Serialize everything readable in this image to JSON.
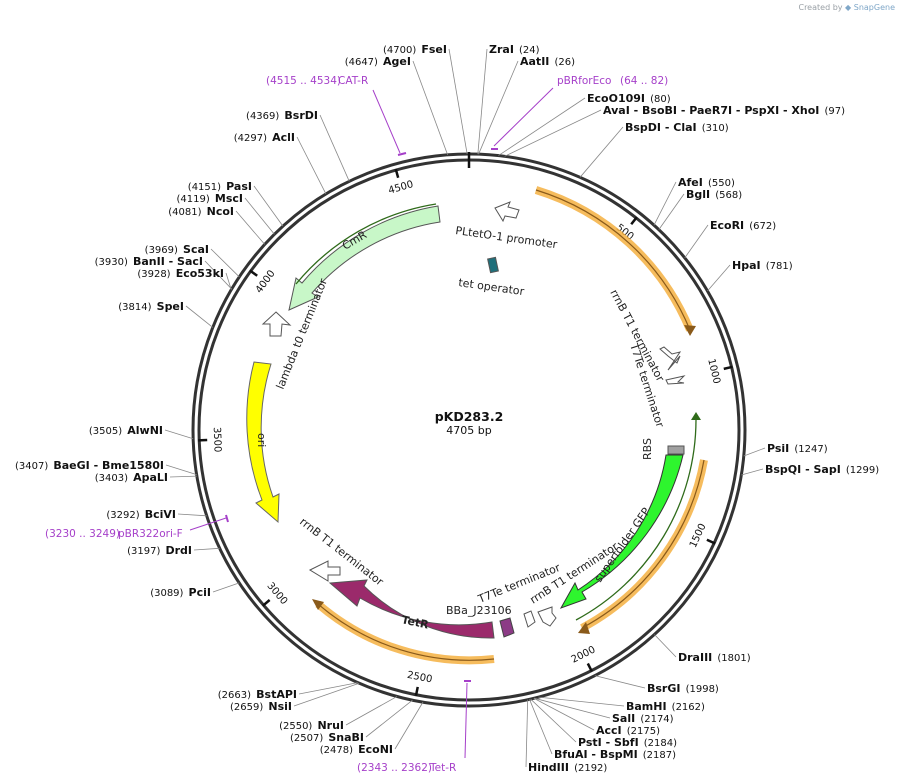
{
  "credit": {
    "prefix": "Created by",
    "brand": "SnapGene"
  },
  "plasmid": {
    "name": "pKD283.2",
    "length": 4705,
    "length_label": "4705 bp"
  },
  "ticks": [
    500,
    1000,
    1500,
    2000,
    2500,
    3000,
    3500,
    4000,
    4500
  ],
  "colors": {
    "primer": "#a53fc9",
    "orange": "#f5b041",
    "cmr": "#c8f7c8",
    "ori": "#ffff00",
    "tetR": "#9b2a6b",
    "gfp": "#2ef52e",
    "rbs": "#a0a0a0",
    "tetop": "#1f6f7a"
  },
  "sites": [
    {
      "name": "FseI",
      "pos": 4700
    },
    {
      "name": "AgeI",
      "pos": 4647
    },
    {
      "name": "ZraI",
      "pos": 24
    },
    {
      "name": "AatII",
      "pos": 26
    },
    {
      "name": "EcoO109I",
      "pos": 80
    },
    {
      "name": "AvaI - BsoBI - PaeR7I - PspXI - XhoI",
      "pos": 97
    },
    {
      "name": "BspDI - ClaI",
      "pos": 310
    },
    {
      "name": "BsrDI",
      "pos": 4369
    },
    {
      "name": "AclI",
      "pos": 4297
    },
    {
      "name": "PasI",
      "pos": 4151
    },
    {
      "name": "MscI",
      "pos": 4119
    },
    {
      "name": "NcoI",
      "pos": 4081
    },
    {
      "name": "ScaI",
      "pos": 3969
    },
    {
      "name": "BanII - SacI",
      "pos": 3930
    },
    {
      "name": "Eco53kI",
      "pos": 3928
    },
    {
      "name": "SpeI",
      "pos": 3814
    },
    {
      "name": "AfeI",
      "pos": 550
    },
    {
      "name": "BglI",
      "pos": 568
    },
    {
      "name": "EcoRI",
      "pos": 672
    },
    {
      "name": "HpaI",
      "pos": 781
    },
    {
      "name": "AlwNI",
      "pos": 3505
    },
    {
      "name": "BaeGI - Bme1580I",
      "pos": 3407
    },
    {
      "name": "ApaLI",
      "pos": 3403
    },
    {
      "name": "BciVI",
      "pos": 3292
    },
    {
      "name": "DrdI",
      "pos": 3197
    },
    {
      "name": "PciI",
      "pos": 3089
    },
    {
      "name": "PsiI",
      "pos": 1247
    },
    {
      "name": "BspQI - SapI",
      "pos": 1299
    },
    {
      "name": "DraIII",
      "pos": 1801
    },
    {
      "name": "BsrGI",
      "pos": 1998
    },
    {
      "name": "BamHI",
      "pos": 2162
    },
    {
      "name": "SalI",
      "pos": 2174
    },
    {
      "name": "AccI",
      "pos": 2175
    },
    {
      "name": "PstI - SbfI",
      "pos": 2184
    },
    {
      "name": "BfuAI - BspMI",
      "pos": 2187
    },
    {
      "name": "HindIII",
      "pos": 2192
    },
    {
      "name": "BstAPI",
      "pos": 2663
    },
    {
      "name": "NsiI",
      "pos": 2659
    },
    {
      "name": "NruI",
      "pos": 2550
    },
    {
      "name": "SnaBI",
      "pos": 2507
    },
    {
      "name": "EcoNI",
      "pos": 2478
    }
  ],
  "primers": [
    {
      "name": "CAT-R",
      "range": "(4515 .. 4534)"
    },
    {
      "name": "pBRforEco",
      "range": "(64 .. 82)"
    },
    {
      "name": "pBR322ori-F",
      "range": "(3230 .. 3249)"
    },
    {
      "name": "Tet-R",
      "range": "(2343 .. 2362)"
    }
  ],
  "features": [
    {
      "name": "PLtetO-1 promoter"
    },
    {
      "name": "tet operator"
    },
    {
      "name": "CmR"
    },
    {
      "name": "lambda t0 terminator"
    },
    {
      "name": "ori"
    },
    {
      "name": "rrnB T1 terminator"
    },
    {
      "name": "T7Te terminator"
    },
    {
      "name": "RBS"
    },
    {
      "name": "superfolder GFP"
    },
    {
      "name": "TetR"
    },
    {
      "name": "BBa_J23106"
    }
  ]
}
